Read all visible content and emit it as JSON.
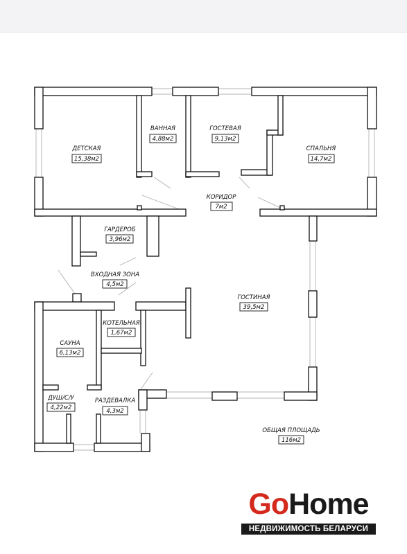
{
  "rooms": {
    "detskaya": {
      "name": "ДЕТСКАЯ",
      "area": "15,38м2"
    },
    "vannaya": {
      "name": "ВАННАЯ",
      "area": "4,88м2"
    },
    "gostevaya": {
      "name": "ГОСТЕВАЯ",
      "area": "9,13м2"
    },
    "spalnya": {
      "name": "СПАЛЬНЯ",
      "area": "14,7м2"
    },
    "koridor": {
      "name": "КОРИДОР",
      "area": "7м2"
    },
    "garderob": {
      "name": "ГАРДЕРОБ",
      "area": "3,96м2"
    },
    "vkhodnaya": {
      "name": "ВХОДНАЯ ЗОНА",
      "area": "4,5м2"
    },
    "gostinaya": {
      "name": "ГОСТИНАЯ",
      "area": "39,5м2"
    },
    "kotelnaya": {
      "name": "КОТЕЛЬНАЯ",
      "area": "1,67м2"
    },
    "sauna": {
      "name": "САУНА",
      "area": "6,13м2"
    },
    "dush": {
      "name": "ДУШ/С/У",
      "area": "4,22м2"
    },
    "razdevalka": {
      "name": "РАЗДЕВАЛКА",
      "area": "4,3м2"
    }
  },
  "total": {
    "label": "ОБЩАЯ ПЛОЩАДЬ",
    "area": "116м2"
  },
  "brand": {
    "part1": "Go",
    "part2": "Home",
    "tagline": "НЕДВИЖИМОСТЬ БЕЛАРУСИ"
  },
  "colors": {
    "brand_red": "#d42a1e",
    "brand_dark": "#1a1a1a",
    "wall": "#111111"
  }
}
